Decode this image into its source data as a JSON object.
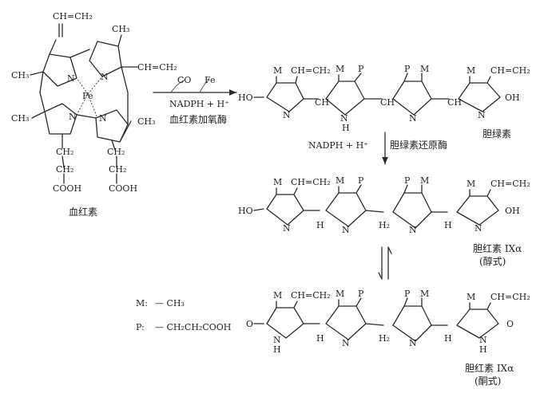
{
  "heme": {
    "name": "血红素",
    "metal": "Fe",
    "vinyl_top": "CH=CH₂",
    "vinyl_right": "CH=CH₂",
    "methyl": "CH₃",
    "ring_n": "N",
    "side_chain_ch2": "CH₂",
    "cooh": "COOH"
  },
  "step1": {
    "products": [
      "CO",
      "Fe"
    ],
    "cofactor": "NADPH + H⁺",
    "enzyme": "血红素加氧酶"
  },
  "biliverdin": {
    "name": "胆绿素",
    "m": "M",
    "p": "P",
    "vinyl": "CH=CH₂",
    "ho": "HO",
    "oh": "OH",
    "ch": "CH",
    "n": "N",
    "h": "H"
  },
  "step2": {
    "cofactor": "NADPH + H⁺",
    "enzyme": "胆绿素还原酶"
  },
  "bilirubin_enol": {
    "name": "胆红素 IXα",
    "form": "(醇式)",
    "ho": "HO",
    "oh": "OH",
    "h": "H",
    "h2": "H₂"
  },
  "bilirubin_keto": {
    "name": "胆红素 IXα",
    "form": "(酮式)",
    "o": "O",
    "h": "H",
    "h2": "H₂"
  },
  "legend": {
    "m_key": "M:",
    "m_val": "— CH₃",
    "p_key": "P:",
    "p_val": "— CH₂CH₂COOH"
  }
}
